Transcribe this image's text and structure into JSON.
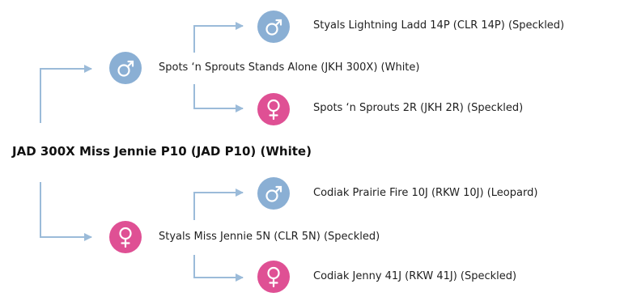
{
  "colors": {
    "male": "#8aafd4",
    "female": "#df5094",
    "connector": "#9bbbd9"
  },
  "subject": {
    "name": "JAD 300X Miss Jennie P10 (JAD P10) (White)"
  },
  "sire": {
    "sex": "male",
    "icon": "male-icon",
    "name": "Spots ‘n Sprouts Stands Alone (JKH 300X) (White)",
    "sire": {
      "sex": "male",
      "icon": "male-icon",
      "name": "Styals Lightning Ladd 14P (CLR 14P) (Speckled)"
    },
    "dam": {
      "sex": "female",
      "icon": "female-icon",
      "name": "Spots ‘n Sprouts 2R (JKH 2R) (Speckled)"
    }
  },
  "dam": {
    "sex": "female",
    "icon": "female-icon",
    "name": "Styals Miss Jennie 5N (CLR 5N) (Speckled)",
    "sire": {
      "sex": "male",
      "icon": "male-icon",
      "name": "Codiak Prairie Fire 10J (RKW 10J) (Leopard)"
    },
    "dam": {
      "sex": "female",
      "icon": "female-icon",
      "name": "Codiak Jenny 41J (RKW 41J) (Speckled)"
    }
  }
}
